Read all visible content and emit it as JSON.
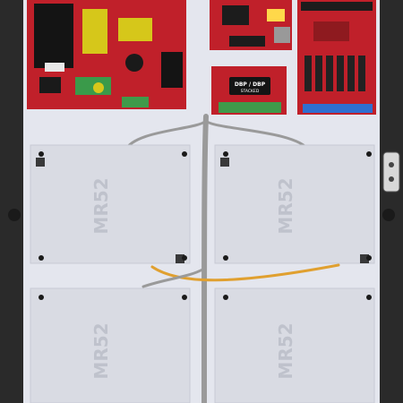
{
  "image": {
    "subject": "enclosure-backplane",
    "colors": {
      "enclosure": "#3a3a3a",
      "backplane": "#e4e6ee",
      "pcb_red": "#c0202a",
      "pcb_dark": "#8e1a1f",
      "terminal_green": "#3f9a4a",
      "terminal_black": "#1c1c1c",
      "relay_blue": "#2f6fd0",
      "wire_gray": "#9a9a9a",
      "wire_orange": "#e0a030"
    }
  },
  "labels": {
    "dbp_title": "DBP / DBP",
    "dbp_sub": "STACKED",
    "mr52_top_left": "MR52",
    "mr52_top_right": "MR52",
    "mr52_bottom_left": "MR52",
    "mr52_bottom_right": "MR52"
  }
}
